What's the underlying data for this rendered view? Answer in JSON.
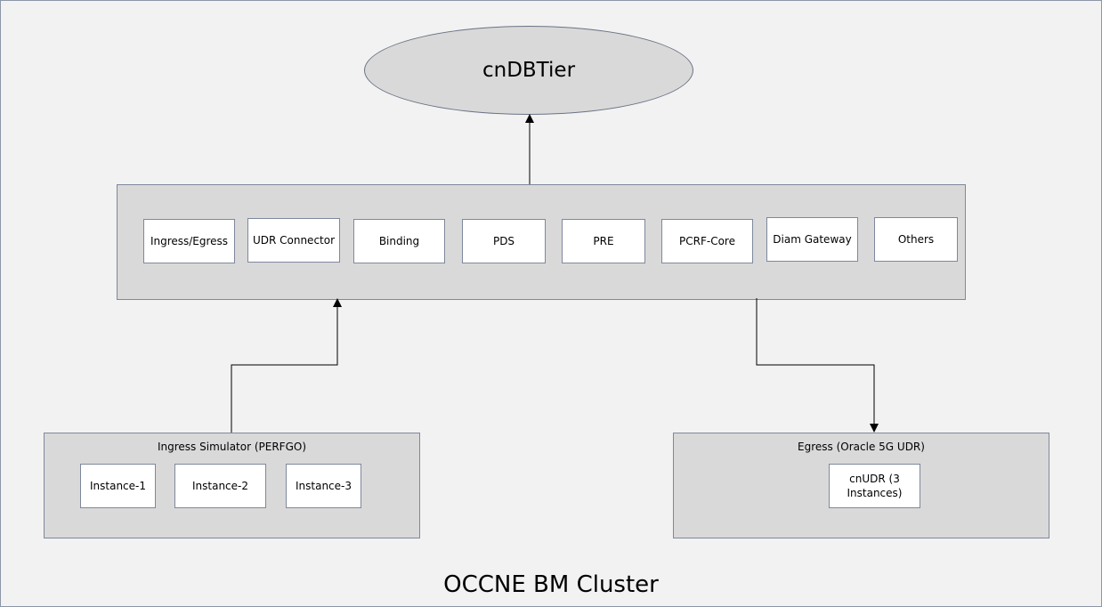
{
  "cluster": {
    "label": "OCCNE BM Cluster"
  },
  "database": {
    "label": "cnDBTier"
  },
  "services": [
    {
      "label": "Ingress/Egress"
    },
    {
      "label": "UDR Connector"
    },
    {
      "label": "Binding"
    },
    {
      "label": "PDS"
    },
    {
      "label": "PRE"
    },
    {
      "label": "PCRF-Core"
    },
    {
      "label": "Diam Gateway"
    },
    {
      "label": "Others"
    }
  ],
  "ingress_simulator": {
    "title": "Ingress Simulator (PERFGO)",
    "instances": [
      {
        "label": "Instance-1"
      },
      {
        "label": "Instance-2"
      },
      {
        "label": "Instance-3"
      }
    ]
  },
  "egress": {
    "title": "Egress (Oracle 5G UDR)",
    "instances": [
      {
        "label": "cnUDR (3 Instances)"
      }
    ]
  },
  "colors": {
    "background": "#f2f2f2",
    "panel": "#d9d9d9",
    "box": "#ffffff",
    "border": "#7e889c"
  }
}
